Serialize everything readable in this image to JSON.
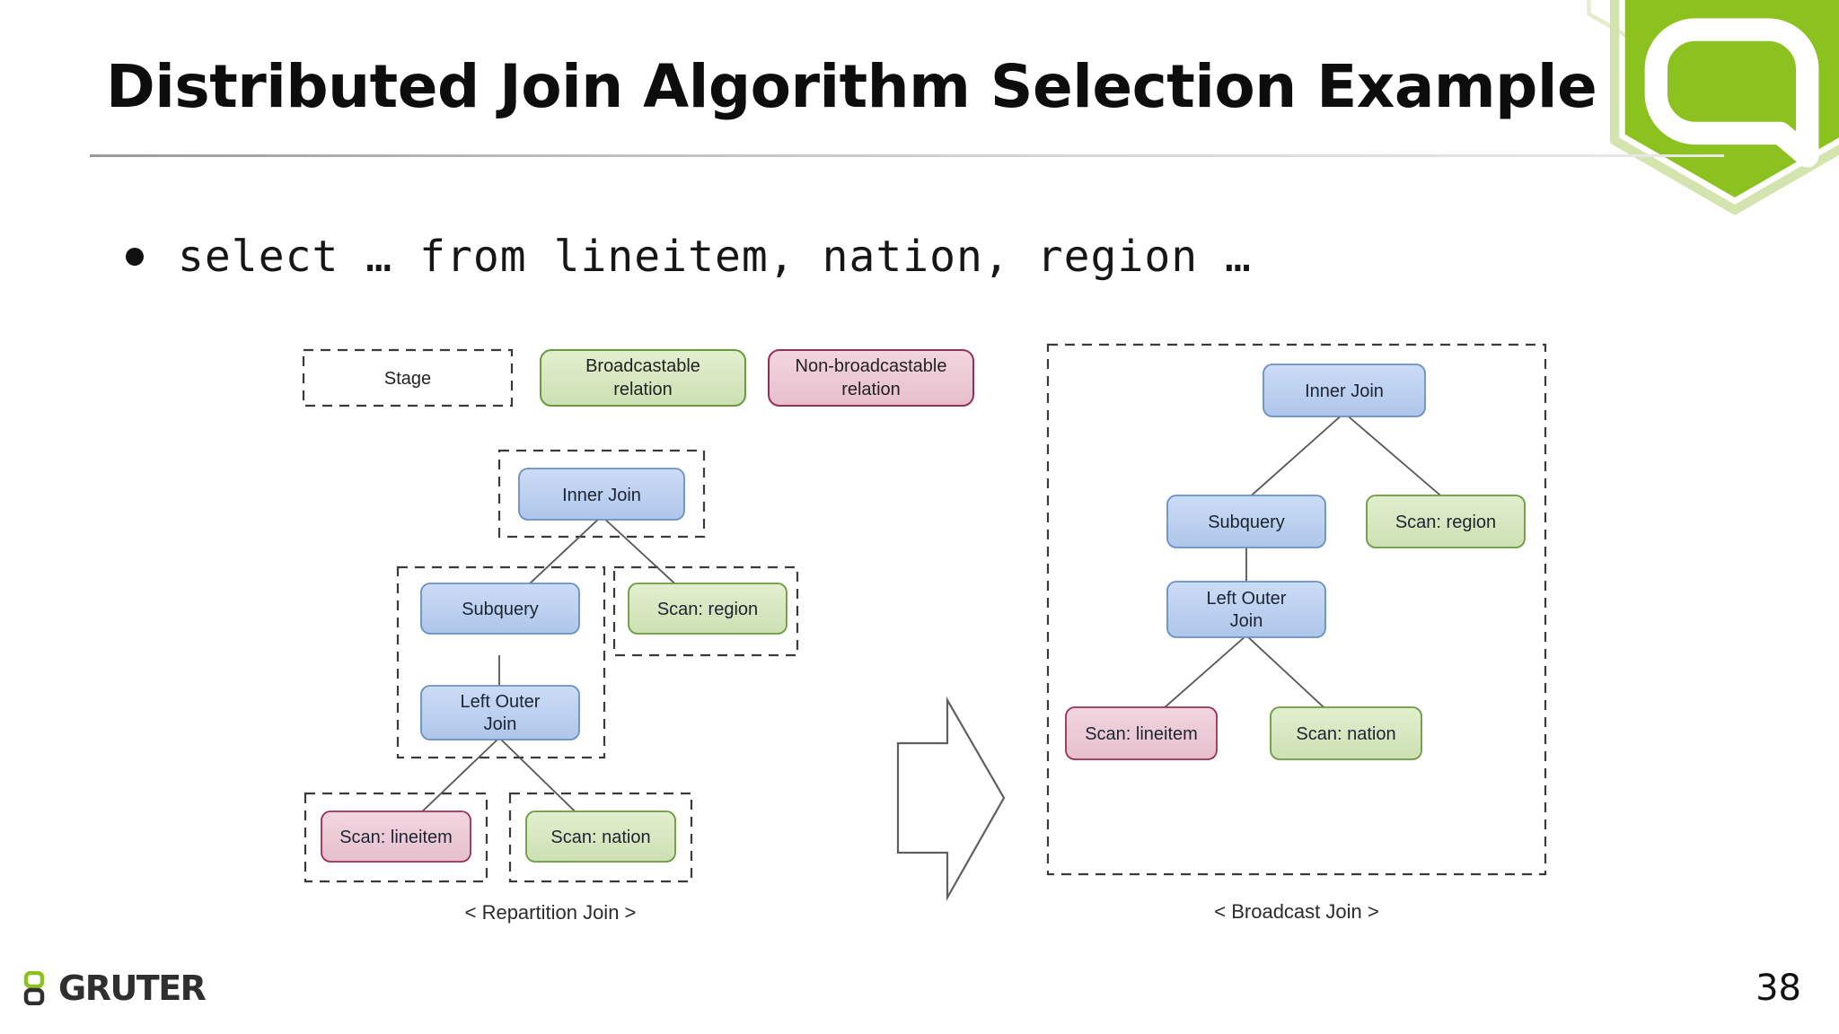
{
  "slide": {
    "title": "Distributed Join Algorithm Selection Example",
    "bullet": "select … from lineitem, nation, region …",
    "page_number": "38",
    "brand": "GRUTER",
    "colors": {
      "brand_green": "#8cc220",
      "node_blue_fill": "#bcd2f0",
      "node_blue_stroke": "#6a8fc4",
      "node_green_fill": "#d8e8c2",
      "node_green_stroke": "#6a9a3c",
      "node_pink_fill": "#eccad6",
      "node_pink_stroke": "#9b2f52",
      "stage_dash": "#3a3a3a",
      "edge": "#555555"
    }
  },
  "legend": {
    "items": [
      {
        "label": "Stage",
        "style": "dashed-box"
      },
      {
        "label": "Broadcastable relation",
        "line1": "Broadcastable",
        "line2": "relation",
        "style": "green"
      },
      {
        "label": "Non-broadcastable relation",
        "line1": "Non-broadcastable",
        "line2": "relation",
        "style": "pink"
      }
    ]
  },
  "left_plan": {
    "caption": "< Repartition Join >",
    "nodes": [
      {
        "id": "inner-join",
        "label": "Inner Join",
        "type": "blue"
      },
      {
        "id": "subquery",
        "label": "Subquery",
        "type": "blue"
      },
      {
        "id": "scan-region",
        "label": "Scan: region",
        "type": "green"
      },
      {
        "id": "left-outer-join",
        "line1": "Left Outer",
        "line2": "Join",
        "label": "Left Outer Join",
        "type": "blue"
      },
      {
        "id": "scan-lineitem",
        "label": "Scan: lineitem",
        "type": "pink"
      },
      {
        "id": "scan-nation",
        "label": "Scan: nation",
        "type": "green"
      }
    ],
    "edges": [
      {
        "from": "inner-join",
        "to": "subquery"
      },
      {
        "from": "inner-join",
        "to": "scan-region"
      },
      {
        "from": "subquery",
        "to": "left-outer-join"
      },
      {
        "from": "left-outer-join",
        "to": "scan-lineitem"
      },
      {
        "from": "left-outer-join",
        "to": "scan-nation"
      }
    ],
    "stages": [
      "stage-inner-join",
      "stage-subquery-loj",
      "stage-scan-region",
      "stage-scan-lineitem",
      "stage-scan-nation"
    ]
  },
  "right_plan": {
    "caption": "< Broadcast Join >",
    "nodes": [
      {
        "id": "inner-join",
        "label": "Inner Join",
        "type": "blue"
      },
      {
        "id": "subquery",
        "label": "Subquery",
        "type": "blue"
      },
      {
        "id": "scan-region",
        "label": "Scan: region",
        "type": "green"
      },
      {
        "id": "left-outer-join",
        "line1": "Left Outer",
        "line2": "Join",
        "label": "Left Outer Join",
        "type": "blue"
      },
      {
        "id": "scan-lineitem",
        "label": "Scan: lineitem",
        "type": "pink"
      },
      {
        "id": "scan-nation",
        "label": "Scan: nation",
        "type": "green"
      }
    ],
    "edges": [
      {
        "from": "inner-join",
        "to": "subquery"
      },
      {
        "from": "inner-join",
        "to": "scan-region"
      },
      {
        "from": "subquery",
        "to": "left-outer-join"
      },
      {
        "from": "left-outer-join",
        "to": "scan-lineitem"
      },
      {
        "from": "left-outer-join",
        "to": "scan-nation"
      }
    ],
    "stages": [
      "stage-whole-plan"
    ]
  },
  "transform_arrow": {
    "name": "right-arrow",
    "direction": "right"
  }
}
